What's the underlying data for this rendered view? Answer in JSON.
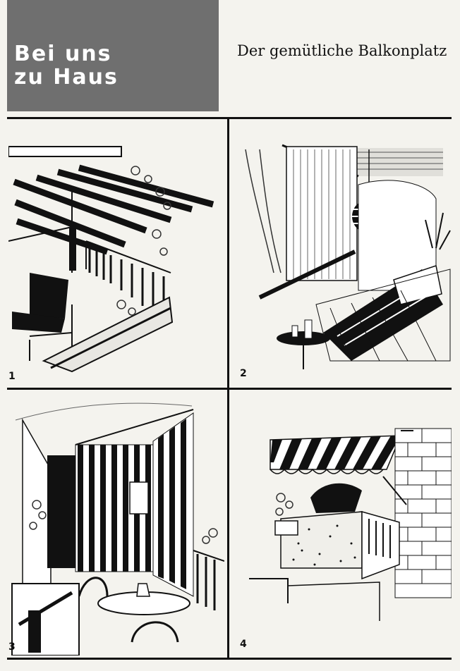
{
  "header": {
    "title_line1": "Bei uns",
    "title_line2": "zu Haus",
    "subtitle": "Der gemütliche Balkonplatz"
  },
  "panels": [
    {
      "number": "1"
    },
    {
      "number": "2"
    },
    {
      "number": "3"
    },
    {
      "number": "4"
    }
  ],
  "colors": {
    "header_box": "#6f6f6f",
    "paper": "#f4f3ee",
    "ink": "#111111"
  }
}
